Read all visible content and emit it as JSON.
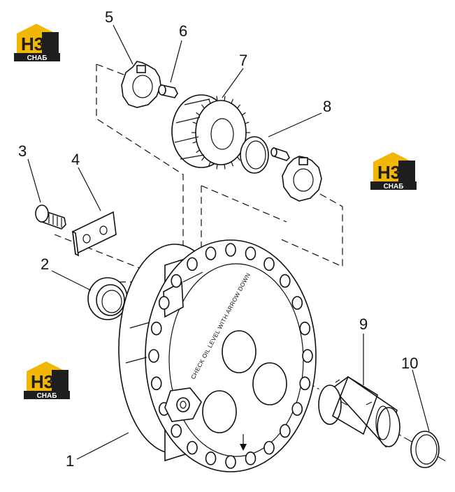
{
  "diagram": {
    "callouts": [
      "1",
      "2",
      "3",
      "4",
      "5",
      "6",
      "7",
      "8",
      "9",
      "10"
    ],
    "embossed_text": "CHECK OIL LEVEL WITH ARROW DOWN"
  },
  "logos": [
    {
      "mark": "H3",
      "text": "СНАБ"
    },
    {
      "mark": "H3",
      "text": "СНАБ"
    },
    {
      "mark": "H3",
      "text": "СНАБ"
    }
  ],
  "colors": {
    "line": "#111111",
    "background": "#ffffff",
    "logo_yellow": "#f2b705",
    "logo_dark": "#1e1e1e"
  }
}
